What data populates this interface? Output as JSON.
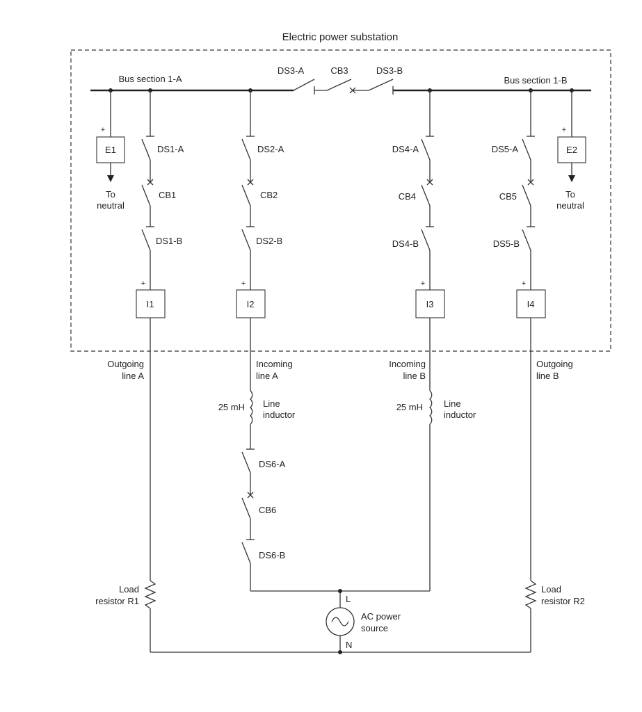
{
  "title": "Electric power substation",
  "bus": {
    "left_label": "Bus section 1-A",
    "right_label": "Bus section 1-B"
  },
  "tie": {
    "ds3a": "DS3-A",
    "cb3": "CB3",
    "ds3b": "DS3-B"
  },
  "branches": {
    "b1": {
      "ds_top": "DS1-A",
      "cb": "CB1",
      "ds_bottom": "DS1-B",
      "instrument": "I1",
      "line_label": [
        "Outgoing",
        "line A"
      ]
    },
    "b2": {
      "ds_top": "DS2-A",
      "cb": "CB2",
      "ds_bottom": "DS2-B",
      "instrument": "I2",
      "line_label": [
        "Incoming",
        "line A"
      ]
    },
    "b3": {
      "ds_top": "DS4-A",
      "cb": "CB4",
      "ds_bottom": "DS4-B",
      "instrument": "I3",
      "line_label": [
        "Incoming",
        "line B"
      ]
    },
    "b4": {
      "ds_top": "DS5-A",
      "cb": "CB5",
      "ds_bottom": "DS5-B",
      "instrument": "I4",
      "line_label": [
        "Outgoing",
        "line B"
      ]
    }
  },
  "grounds": {
    "e1": {
      "label": "E1",
      "dest": [
        "To",
        "neutral"
      ]
    },
    "e2": {
      "label": "E2",
      "dest": [
        "To",
        "neutral"
      ]
    }
  },
  "inductors": {
    "left": {
      "value": "25 mH",
      "label": [
        "Line",
        "inductor"
      ]
    },
    "right": {
      "value": "25 mH",
      "label": [
        "Line",
        "inductor"
      ]
    }
  },
  "feeder": {
    "ds_top": "DS6-A",
    "cb": "CB6",
    "ds_bottom": "DS6-B"
  },
  "loads": {
    "r1": [
      "Load",
      "resistor R1"
    ],
    "r2": [
      "Load",
      "resistor R2"
    ]
  },
  "source": {
    "label": [
      "AC power",
      "source"
    ],
    "terminal_l": "L",
    "terminal_n": "N"
  },
  "polarity_mark": "+"
}
